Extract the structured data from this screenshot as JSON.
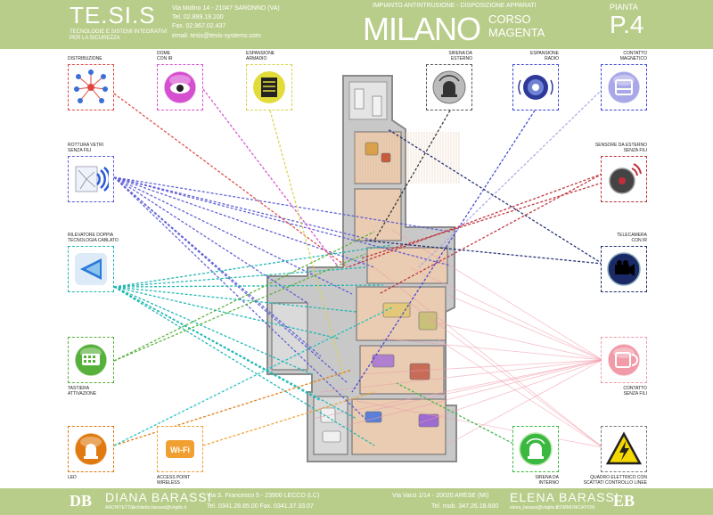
{
  "header": {
    "brand": "TE.SI.S",
    "tagline_1": "TECNOLOGIE E SISTEMI INTEGRATIVI",
    "tagline_2": "PER LA SICUREZZA",
    "address": "Via Molino 14 - 21047 SARONNO (VA)",
    "tel": "Tel. 02.899.19.100",
    "fax": "Fax. 02.967.02.437",
    "email": "email: tesis@tesis-systems.com",
    "project_title": "IMPIANTO ANTINTRUSIONE - DISPOSIZIONE APPARATI",
    "city": "MILANO",
    "street_1": "CORSO",
    "street_2": "MAGENTA",
    "plan_label": "PIANTA",
    "plan_number": "P.4"
  },
  "footer": {
    "left_logo": "DB",
    "left_name": "DIANA BARASSI",
    "left_role": "ARCHITETTO",
    "left_email": "architetto.barassi@virgilio.it",
    "left_address": "Via S. Francesco 5 - 23900 LECCO (LC)",
    "left_phone": "Tel. 0341.28.85.00  Fax. 0341.37.33.07",
    "right_address": "Via Varzi 1/14 - 20020 ARESE (MI)",
    "right_phone": "Tel. mob. 347.26.18.600",
    "right_name": "ELENA BARASSI",
    "right_email": "elena_barassi@virgilio.it",
    "right_role": "COMMUNICATION",
    "right_logo": "EB"
  },
  "devices": [
    {
      "id": "distribuzione",
      "label": [
        "DISTRIBUZIONE"
      ],
      "icon": "network-distribution-icon"
    },
    {
      "id": "dome",
      "label": [
        "DOME",
        "CON IR"
      ],
      "icon": "dome-camera-icon"
    },
    {
      "id": "espansione-armadio",
      "label": [
        "ESPANSIONE",
        "ARMADIO"
      ],
      "icon": "cabinet-expansion-icon"
    },
    {
      "id": "sirena-esterno",
      "label": [
        "SIRENA DA",
        "ESTERNO"
      ],
      "icon": "outdoor-siren-icon"
    },
    {
      "id": "espansione-radio",
      "label": [
        "ESPANSIONE",
        "RADIO"
      ],
      "icon": "radio-expansion-icon"
    },
    {
      "id": "contatto-magnetico",
      "label": [
        "CONTATTO",
        "MAGNETICO"
      ],
      "icon": "magnetic-contact-icon"
    },
    {
      "id": "rottura-vetri",
      "label": [
        "ROTTURA VETRI",
        "SENZA FILI"
      ],
      "icon": "glass-break-wireless-icon"
    },
    {
      "id": "sensore-esterno",
      "label": [
        "SENSORE DA ESTERNO",
        "SENZA FILI"
      ],
      "icon": "outdoor-sensor-icon"
    },
    {
      "id": "rilevatore",
      "label": [
        "RILEVATORE DOPPIA",
        "TECNOLOGIA CABLATO"
      ],
      "icon": "dual-tech-detector-icon"
    },
    {
      "id": "telecamera",
      "label": [
        "TELECAMERA",
        "CON IR"
      ],
      "icon": "ir-camera-icon"
    },
    {
      "id": "tastiera",
      "label": [
        "TASTIERA",
        "ATTIVAZIONE"
      ],
      "icon": "keypad-icon"
    },
    {
      "id": "contatto-senza-fili",
      "label": [
        "CONTATTO",
        "SENZA FILI"
      ],
      "icon": "wireless-contact-icon"
    },
    {
      "id": "led",
      "label": [
        "LED"
      ],
      "icon": "led-icon"
    },
    {
      "id": "access-point",
      "label": [
        "ACCESS POINT",
        "WIRELESS"
      ],
      "icon": "wifi-access-point-icon",
      "badge": "Wi-Fi"
    },
    {
      "id": "sirena-interno",
      "label": [
        "SIRENA DA",
        "INTERNO"
      ],
      "icon": "indoor-siren-icon"
    },
    {
      "id": "quadro-elettrico",
      "label": [
        "QUADRO ELETTRICO CON",
        "SCATTATI CONTROLLO LINEE"
      ],
      "icon": "electrical-panel-icon"
    }
  ],
  "colors": {
    "band": "#b9cd8a",
    "distribuzione": "#e0463f",
    "dome": "#d64fd0",
    "espansione-armadio": "#d8d24a",
    "sirena-esterno": "#333333",
    "espansione-radio": "#3d47d6",
    "contatto-magnetico": "#a8a8e8",
    "rottura-vetri": "#5b5bd6",
    "sensore-esterno": "#c0303a",
    "rilevatore": "#1ab6b0",
    "telecamera": "#1d2a70",
    "tastiera": "#57b03a",
    "contatto-senza-fili": "#f19aa8",
    "led": "#e07a10",
    "access-point": "#f0a030",
    "sirena-interno": "#3ab840",
    "quadro-elettrico": "#8f8f8f"
  }
}
